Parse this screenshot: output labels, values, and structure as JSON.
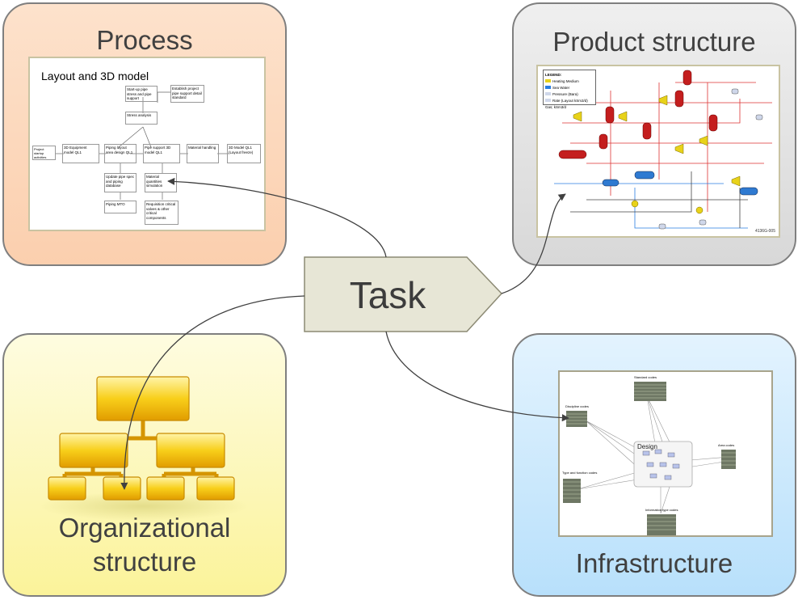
{
  "colors": {
    "process": "#fbd4b6",
    "product": "#e2e2e2",
    "org": "#fcf6b8",
    "infra": "#c9e8fd",
    "task": "#e7e6d6"
  },
  "panels": {
    "process": {
      "title": "Process",
      "screenshot_title": "Layout and 3D model",
      "steps": {
        "establish": "Establish project pipe support detail standard",
        "startup": "Start-up pipe stress and pipe support",
        "stress": "Stress analysis",
        "project_startup": "Project startup activities",
        "equip": "3D Equipment model QL1",
        "piping_design": "Piping layout area design QL1",
        "pipe_support": "Pipe support 3D model QL1",
        "material_handling": "Material handling",
        "model_ql1": "3D Model QL1 (Layout freeze)",
        "update_spec": "Update pipe spec and piping database",
        "material_qty": "Material quantities simulation",
        "piping_mto": "Piping MTO",
        "requisition": "Requisition critical valves & other critical components"
      }
    },
    "product": {
      "title": "Product structure",
      "legend": {
        "title": "LEGEND:",
        "items": [
          "Heating Medium",
          "Sea Water",
          "Pressure (Bara)",
          "Rate (Layout kSm3/d) Gas; kSm3/d"
        ]
      },
      "drawing_code": "4136G-005"
    },
    "org": {
      "title_line1": "Organizational",
      "title_line2": "structure"
    },
    "infra": {
      "title": "Infrastructure",
      "hub_label": "Design",
      "clusters": [
        "Discipline codes",
        "Standard codes",
        "Area codes",
        "Type and function codes",
        "Information type codes"
      ]
    }
  },
  "task": {
    "label": "Task"
  }
}
